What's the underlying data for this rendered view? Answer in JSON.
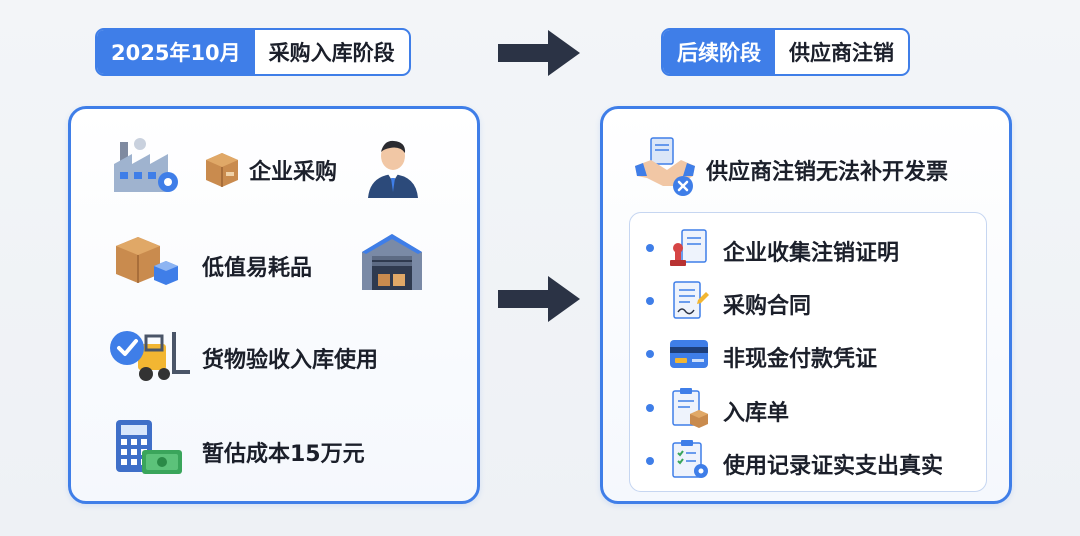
{
  "header": {
    "left_tag": {
      "date": "2025年10月",
      "stage": "采购入库阶段"
    },
    "right_tag": {
      "date": "后续阶段",
      "stage": "供应商注销"
    }
  },
  "left_panel": {
    "items": [
      {
        "label": "企业采购",
        "icons": [
          "factory-icon",
          "box-icon",
          "businessman-icon"
        ]
      },
      {
        "label": "低值易耗品",
        "icons": [
          "boxes-icon",
          "warehouse-icon"
        ]
      },
      {
        "label": "货物验收入库使用",
        "icons": [
          "forklift-check-icon"
        ]
      },
      {
        "label": "暂估成本15万元",
        "icons": [
          "calculator-money-icon"
        ]
      }
    ]
  },
  "right_panel": {
    "title": "供应商注销无法补开发票",
    "title_icon": "handshake-cancel-icon",
    "items": [
      {
        "label": "企业收集注销证明",
        "icon": "stamp-document-icon"
      },
      {
        "label": "采购合同",
        "icon": "contract-icon"
      },
      {
        "label": "非现金付款凭证",
        "icon": "card-icon"
      },
      {
        "label": "入库单",
        "icon": "clipboard-box-icon"
      },
      {
        "label": "使用记录证实支出真实",
        "icon": "checklist-icon"
      }
    ]
  },
  "colors": {
    "accent": "#3f7ee8",
    "arrow": "#2b3345"
  }
}
